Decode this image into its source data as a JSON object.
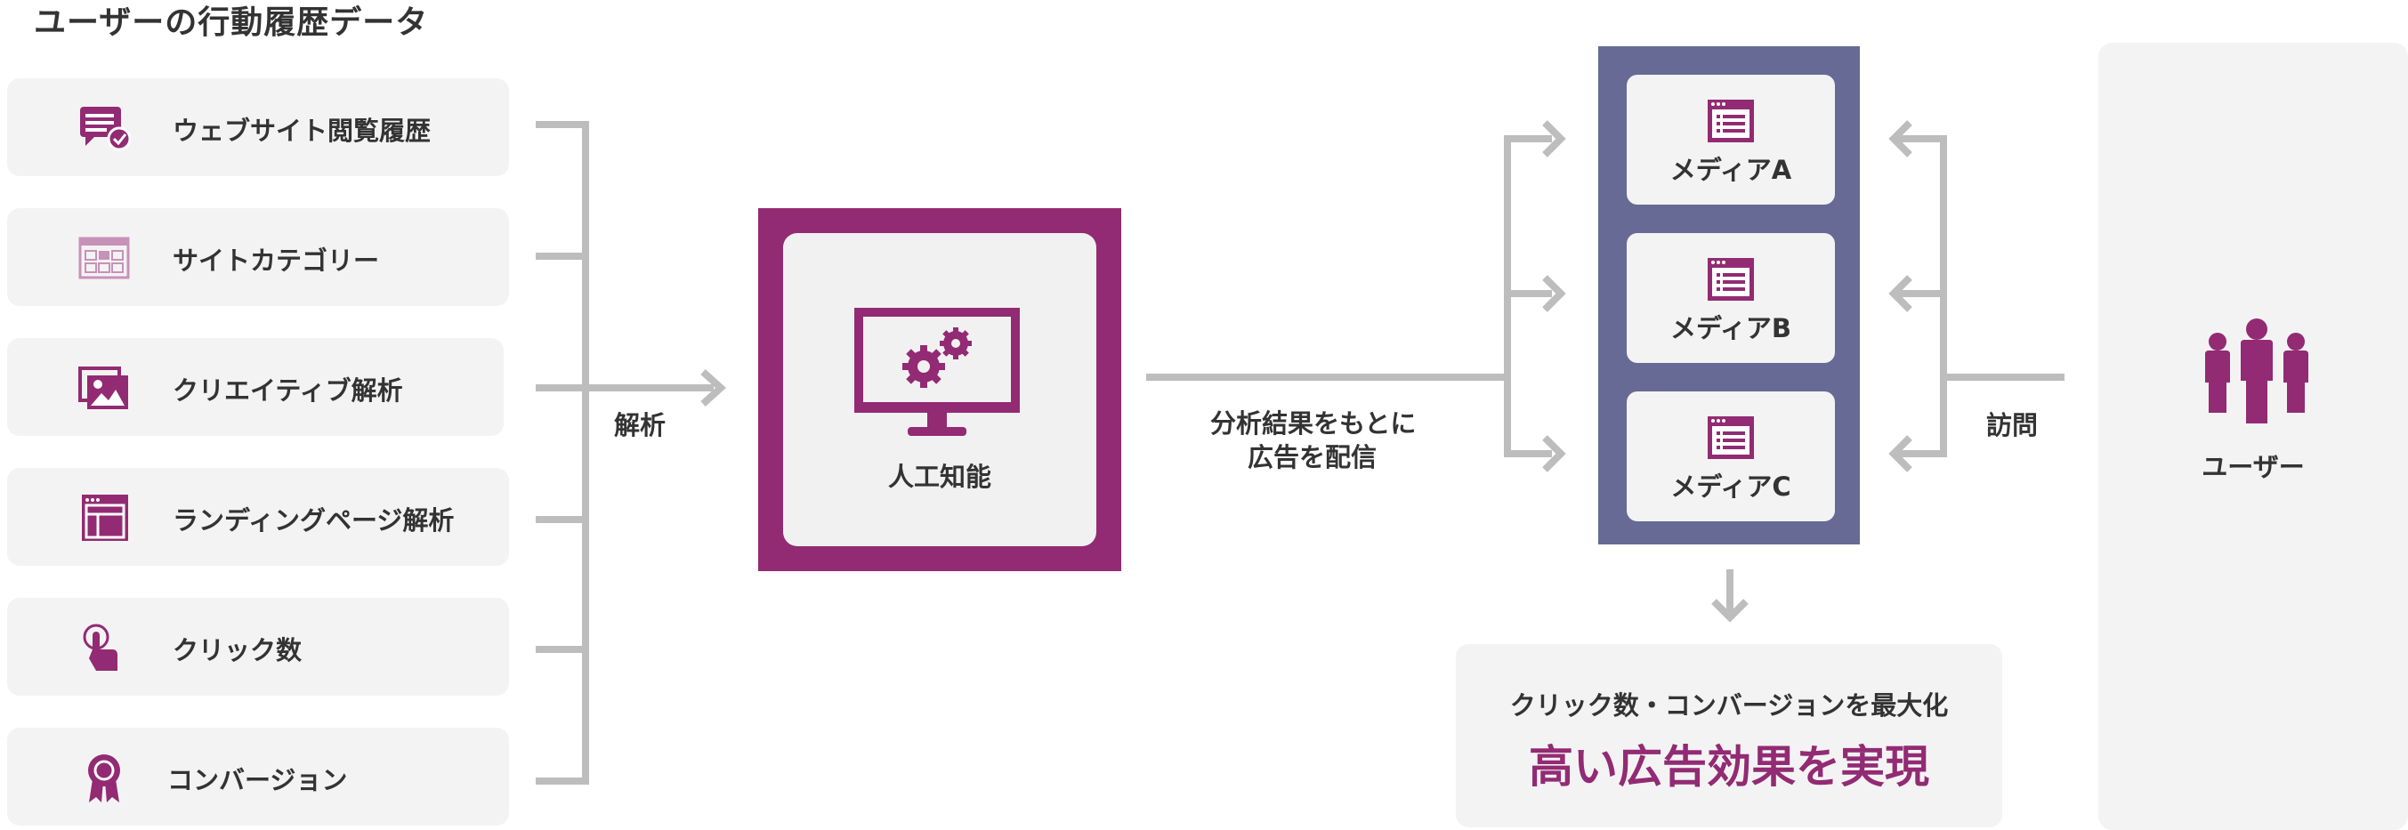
{
  "title": "ユーザーの行動履歴データ",
  "sources": [
    {
      "label": "ウェブサイト閲覧履歴",
      "icon": "chat-check-icon"
    },
    {
      "label": "サイトカテゴリー",
      "icon": "browser-grid-icon"
    },
    {
      "label": "クリエイティブ解析",
      "icon": "image-icon"
    },
    {
      "label": "ランディングページ解析",
      "icon": "browser-layout-icon"
    },
    {
      "label": "クリック数",
      "icon": "pointer-hand-icon"
    },
    {
      "label": "コンバージョン",
      "icon": "award-ribbon-icon"
    }
  ],
  "analysis_label": "解析",
  "ai": {
    "label": "人工知能",
    "icon": "monitor-gears-icon"
  },
  "delivery_label_line1": "分析結果をもとに",
  "delivery_label_line2": "広告を配信",
  "media": [
    {
      "label": "メディアA",
      "icon": "browser-list-icon"
    },
    {
      "label": "メディアB",
      "icon": "browser-list-icon"
    },
    {
      "label": "メディアC",
      "icon": "browser-list-icon"
    }
  ],
  "visit_label": "訪問",
  "user": {
    "label": "ユーザー",
    "icon": "user-group-icon"
  },
  "result": {
    "subtitle": "クリック数・コンバージョンを最大化",
    "headline": "高い広告効果を実現"
  },
  "colors": {
    "accent": "#922b73",
    "media_bg": "#676a95",
    "connector": "#bdbdbd",
    "panel": "#f4f3f4"
  }
}
